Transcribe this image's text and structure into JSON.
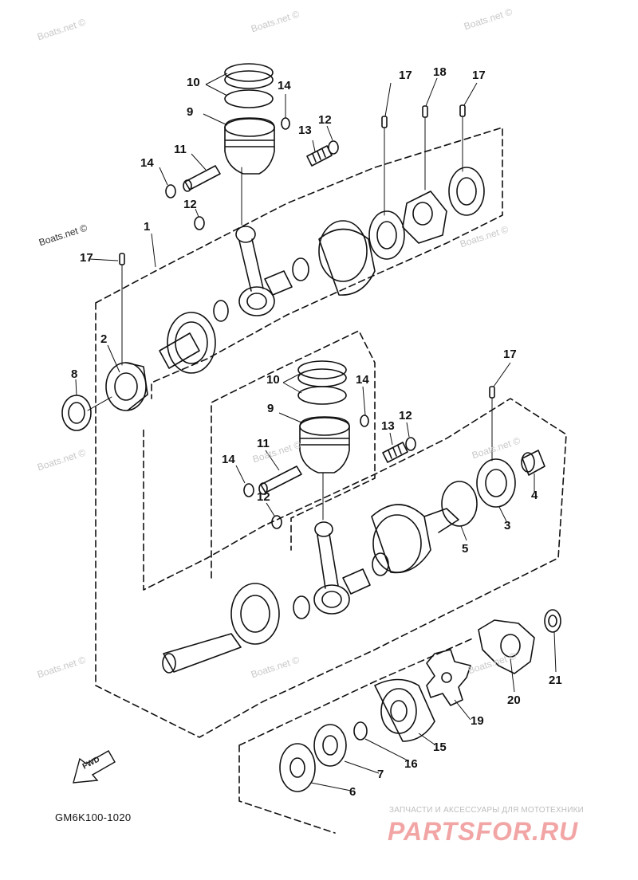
{
  "diagram": {
    "code": "GM6K100-1020",
    "fwd_label": "FWD",
    "watermark": "Boats.net ©",
    "brand_tagline": "ЗАПЧАСТИ И АКСЕССУАРЫ ДЛЯ МОТОТЕХНИКИ",
    "brand_logo": "PARTSFOR.RU",
    "callouts": [
      "1",
      "2",
      "3",
      "4",
      "5",
      "6",
      "7",
      "8",
      "9",
      "10",
      "11",
      "12",
      "13",
      "14",
      "15",
      "16",
      "17",
      "18",
      "19",
      "20",
      "21"
    ],
    "upper_group": {
      "ring": "10",
      "piston": "9",
      "pin": "11",
      "clip_a": "14",
      "clip_b": "14",
      "washer_a": "12",
      "washer_b": "12",
      "bearing": "13",
      "pin17a": "17",
      "pin18": "18",
      "pin17b": "17",
      "pin17c": "17",
      "assembly": "1",
      "seal_bearing": "2",
      "oil_seal": "8"
    },
    "lower_group": {
      "ring": "10",
      "piston": "9",
      "pin": "11",
      "clip_a": "14",
      "clip_b": "14",
      "washer_a": "12",
      "washer_b": "12",
      "bearing": "13",
      "pin17": "17",
      "main_bearing": "3",
      "collar": "4",
      "circlip": "5"
    },
    "bottom_group": {
      "washer6": "6",
      "washer7": "7",
      "ring16": "16",
      "hub15": "15",
      "damper19": "19",
      "coupling20": "20",
      "seal21": "21"
    }
  }
}
